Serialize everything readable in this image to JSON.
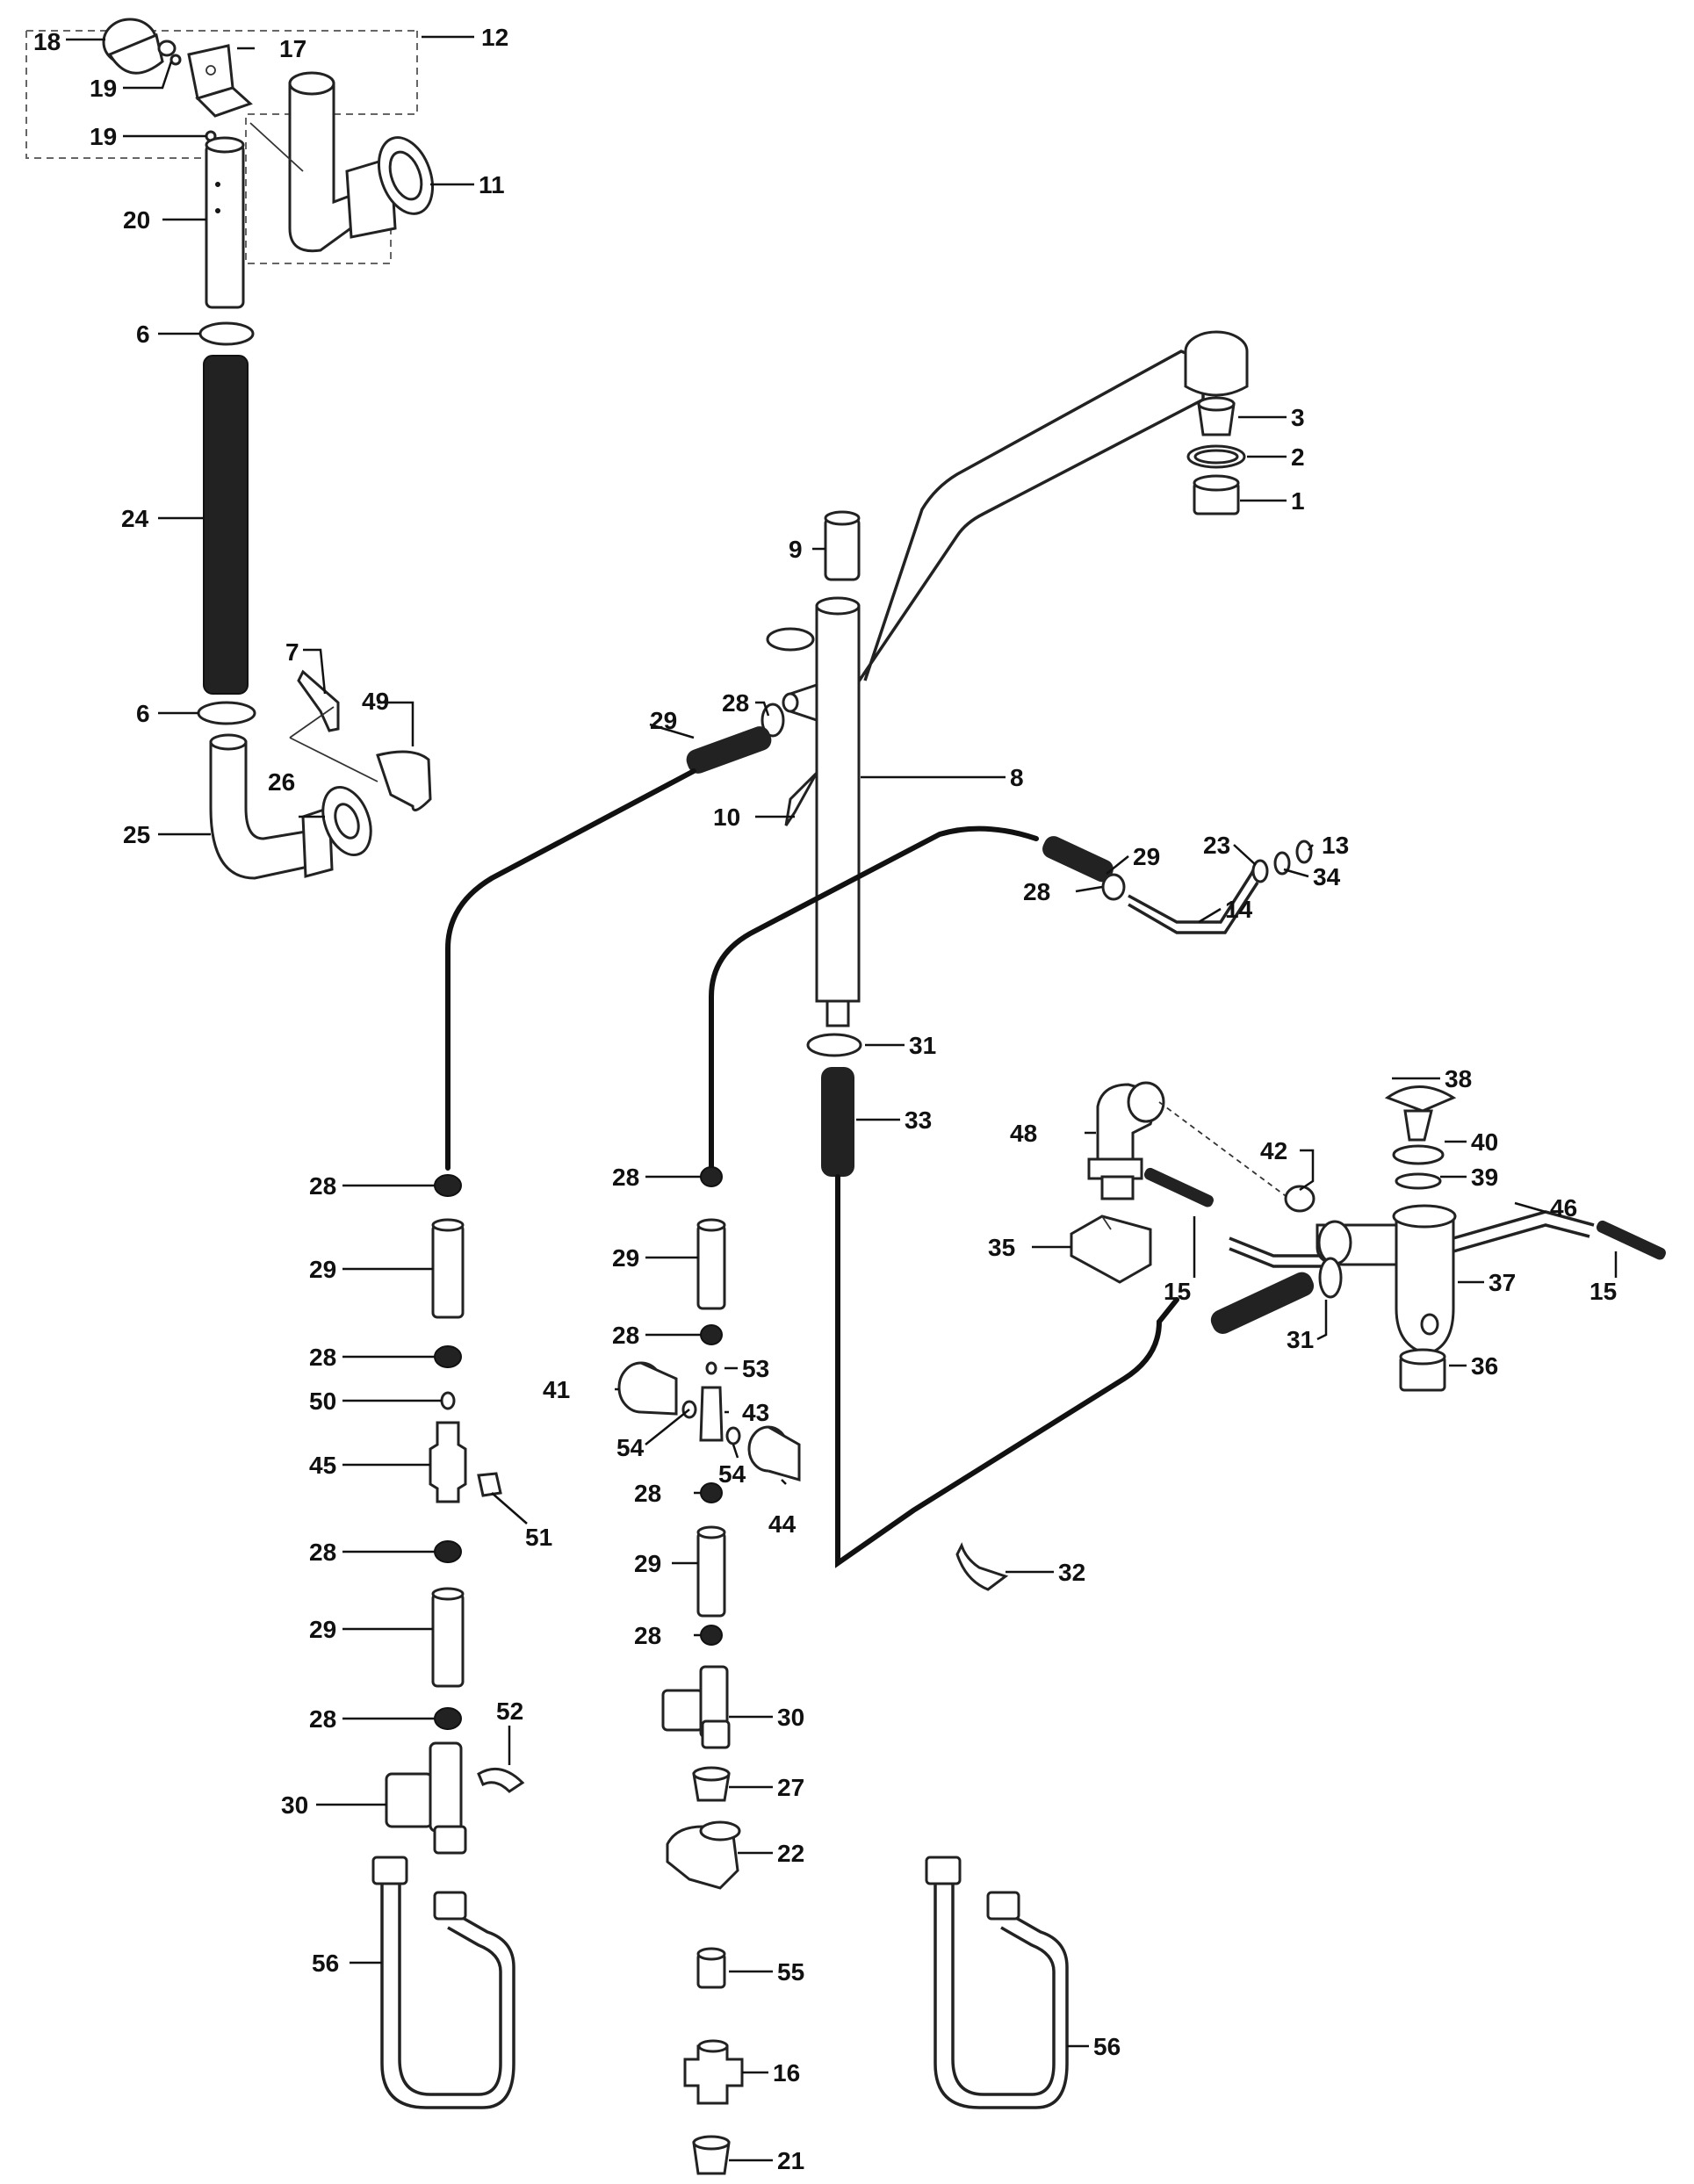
{
  "diagram": {
    "type": "exploded-parts-diagram",
    "callouts": {
      "c1": "1",
      "c2": "2",
      "c3": "3",
      "c6a": "6",
      "c6b": "6",
      "c7": "7",
      "c8": "8",
      "c9": "9",
      "c10": "10",
      "c11": "11",
      "c12": "12",
      "c13": "13",
      "c14": "14",
      "c15a": "15",
      "c15b": "15",
      "c16": "16",
      "c17": "17",
      "c18": "18",
      "c19a": "19",
      "c19b": "19",
      "c20": "20",
      "c21": "21",
      "c22": "22",
      "c23": "23",
      "c24": "24",
      "c25": "25",
      "c26": "26",
      "c27": "27",
      "c28a": "28",
      "c28b": "28",
      "c28c": "28",
      "c28d": "28",
      "c28e": "28",
      "c28f": "28",
      "c28g": "28",
      "c28h": "28",
      "c28i": "28",
      "c28j": "28",
      "c29a": "29",
      "c29b": "29",
      "c29c": "29",
      "c29d": "29",
      "c29e": "29",
      "c29f": "29",
      "c30a": "30",
      "c30b": "30",
      "c31a": "31",
      "c31b": "31",
      "c32": "32",
      "c33": "33",
      "c34": "34",
      "c35": "35",
      "c36": "36",
      "c37": "37",
      "c38": "38",
      "c39": "39",
      "c40": "40",
      "c41": "41",
      "c42": "42",
      "c43": "43",
      "c44": "44",
      "c45": "45",
      "c46": "46",
      "c48": "48",
      "c49": "49",
      "c50": "50",
      "c51": "51",
      "c52": "52",
      "c53": "53",
      "c54a": "54",
      "c54b": "54",
      "c55": "55",
      "c56a": "56",
      "c56b": "56"
    }
  }
}
